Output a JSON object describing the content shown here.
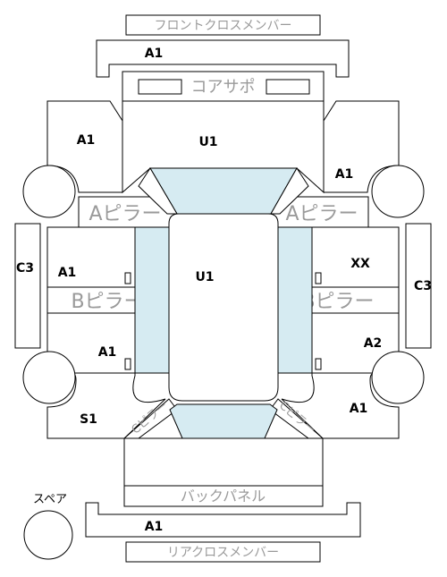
{
  "labels": {
    "front_cross_member": "フロントクロスメンバー",
    "core_support": "コアサポ",
    "a_pillar_left": "Aピラー",
    "a_pillar_right": "Aピラー",
    "b_pillar_left": "Bピラー",
    "b_pillar_right": "Bピラー",
    "back_panel": "バックパネル",
    "rear_cross_member": "リアクロスメンバー",
    "spare": "スペア",
    "c_pillar_left": "Cピラー",
    "c_pillar_right": "Cピラー"
  },
  "grades": {
    "front_member": "A1",
    "front_left_fender": "A1",
    "hood": "U1",
    "front_right_fender": "A1",
    "left_c3": "C3",
    "right_c3": "C3",
    "front_left_door": "A1",
    "roof": "U1",
    "front_right_door": "XX",
    "rear_left_door": "A1",
    "rear_right_door": "A2",
    "rear_left_quarter": "S1",
    "rear_right_quarter": "A1",
    "rear_member": "A1"
  }
}
